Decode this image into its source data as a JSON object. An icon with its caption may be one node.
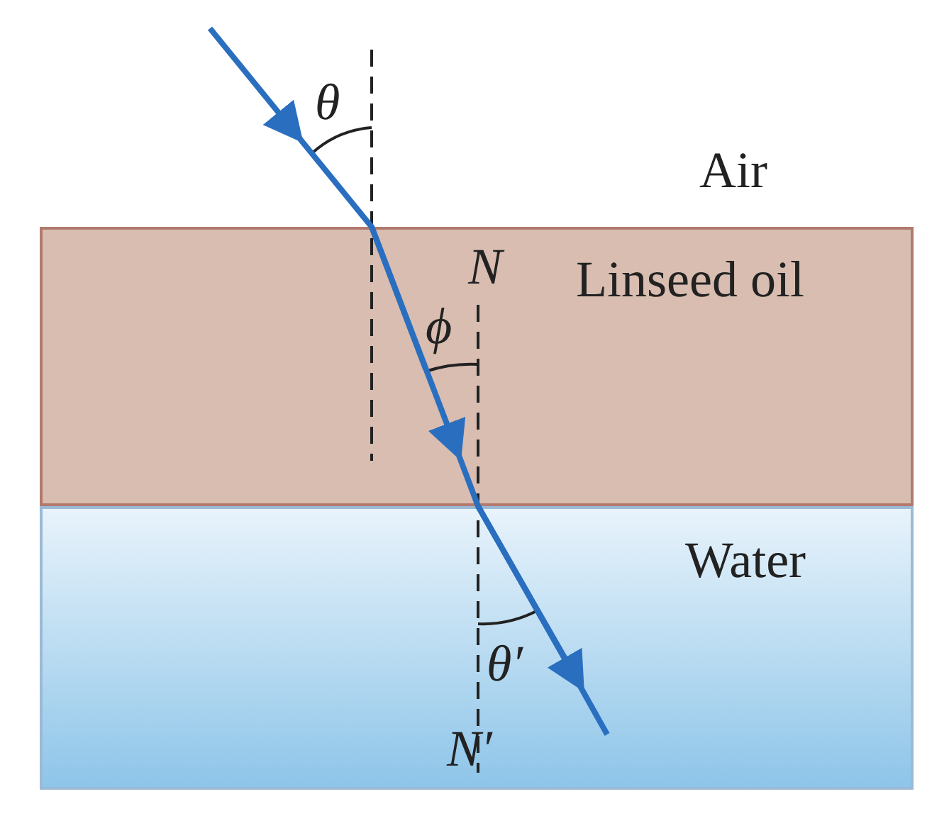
{
  "diagram": {
    "labels": [
      "θ",
      "Air",
      "N",
      "Linseed oil",
      "ϕ",
      "Water",
      "θ′",
      "N′"
    ]
  }
}
